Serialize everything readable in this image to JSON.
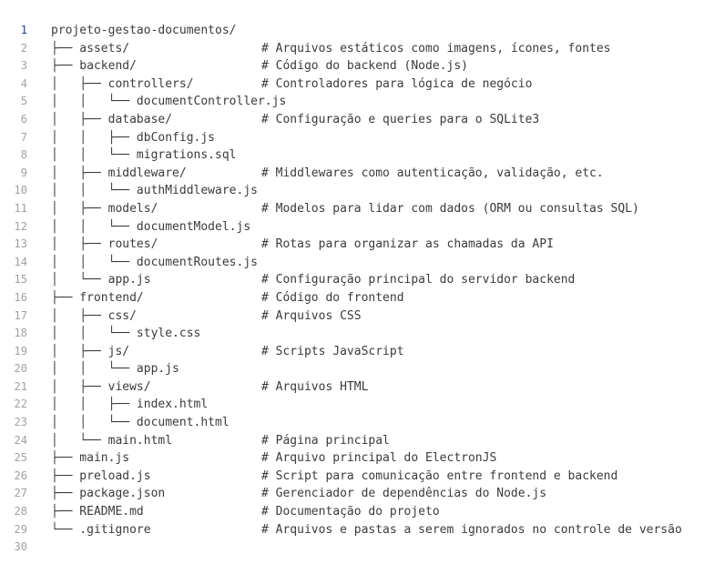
{
  "editor": {
    "active_line": 1,
    "lines": [
      {
        "num": "1",
        "tree": "projeto-gestao-documentos/",
        "comment": ""
      },
      {
        "num": "2",
        "tree": "├── assets/",
        "comment": "# Arquivos estáticos como imagens, ícones, fontes"
      },
      {
        "num": "3",
        "tree": "├── backend/",
        "comment": "# Código do backend (Node.js)"
      },
      {
        "num": "4",
        "tree": "│   ├── controllers/",
        "comment": "# Controladores para lógica de negócio"
      },
      {
        "num": "5",
        "tree": "│   │   └── documentController.js",
        "comment": ""
      },
      {
        "num": "6",
        "tree": "│   ├── database/",
        "comment": "# Configuração e queries para o SQLite3"
      },
      {
        "num": "7",
        "tree": "│   │   ├── dbConfig.js",
        "comment": ""
      },
      {
        "num": "8",
        "tree": "│   │   └── migrations.sql",
        "comment": ""
      },
      {
        "num": "9",
        "tree": "│   ├── middleware/",
        "comment": "# Middlewares como autenticação, validação, etc."
      },
      {
        "num": "10",
        "tree": "│   │   └── authMiddleware.js",
        "comment": ""
      },
      {
        "num": "11",
        "tree": "│   ├── models/",
        "comment": "# Modelos para lidar com dados (ORM ou consultas SQL)"
      },
      {
        "num": "12",
        "tree": "│   │   └── documentModel.js",
        "comment": ""
      },
      {
        "num": "13",
        "tree": "│   ├── routes/",
        "comment": "# Rotas para organizar as chamadas da API"
      },
      {
        "num": "14",
        "tree": "│   │   └── documentRoutes.js",
        "comment": ""
      },
      {
        "num": "15",
        "tree": "│   └── app.js",
        "comment": "# Configuração principal do servidor backend"
      },
      {
        "num": "16",
        "tree": "├── frontend/",
        "comment": "# Código do frontend"
      },
      {
        "num": "17",
        "tree": "│   ├── css/",
        "comment": "# Arquivos CSS"
      },
      {
        "num": "18",
        "tree": "│   │   └── style.css",
        "comment": ""
      },
      {
        "num": "19",
        "tree": "│   ├── js/",
        "comment": "# Scripts JavaScript"
      },
      {
        "num": "20",
        "tree": "│   │   └── app.js",
        "comment": ""
      },
      {
        "num": "21",
        "tree": "│   ├── views/",
        "comment": "# Arquivos HTML"
      },
      {
        "num": "22",
        "tree": "│   │   ├── index.html",
        "comment": ""
      },
      {
        "num": "23",
        "tree": "│   │   └── document.html",
        "comment": ""
      },
      {
        "num": "24",
        "tree": "│   └── main.html",
        "comment": "# Página principal"
      },
      {
        "num": "25",
        "tree": "├── main.js",
        "comment": "# Arquivo principal do ElectronJS"
      },
      {
        "num": "26",
        "tree": "├── preload.js",
        "comment": "# Script para comunicação entre frontend e backend"
      },
      {
        "num": "27",
        "tree": "├── package.json",
        "comment": "# Gerenciador de dependências do Node.js"
      },
      {
        "num": "28",
        "tree": "├── README.md",
        "comment": "# Documentação do projeto"
      },
      {
        "num": "29",
        "tree": "└── .gitignore",
        "comment": "# Arquivos e pastas a serem ignorados no controle de versão"
      },
      {
        "num": "30",
        "tree": "",
        "comment": ""
      }
    ]
  }
}
